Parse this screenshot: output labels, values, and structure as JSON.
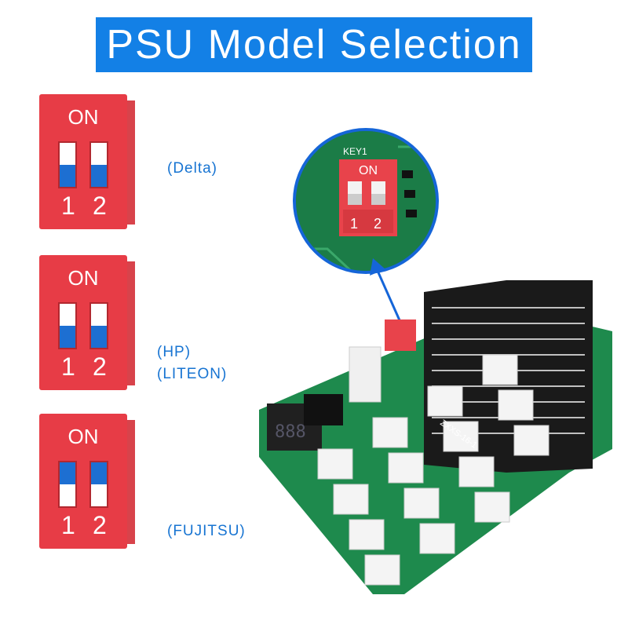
{
  "title": "PSU Model Selection",
  "switches": [
    {
      "on_label": "ON",
      "pin1": "1",
      "pin2": "2",
      "brands": [
        "(Delta)"
      ],
      "state": [
        "down",
        "down"
      ]
    },
    {
      "on_label": "ON",
      "pin1": "1",
      "pin2": "2",
      "brands": [
        "(HP)",
        "(LITEON)"
      ],
      "state": [
        "down",
        "down"
      ]
    },
    {
      "on_label": "ON",
      "pin1": "1",
      "pin2": "2",
      "brands": [
        "(FUJITSU)"
      ],
      "state": [
        "up",
        "up"
      ]
    }
  ],
  "zoom": {
    "key_label": "KEY1",
    "on_label": "ON",
    "pin1": "1",
    "pin2": "2"
  },
  "board": {
    "model_text": "ZXXS-16-1"
  },
  "colors": {
    "banner": "#1380e6",
    "switch_red": "#e73c46",
    "lever_blue": "#1d6fd2",
    "brand_text": "#1774d2",
    "pcb_green": "#1e8a4d"
  }
}
